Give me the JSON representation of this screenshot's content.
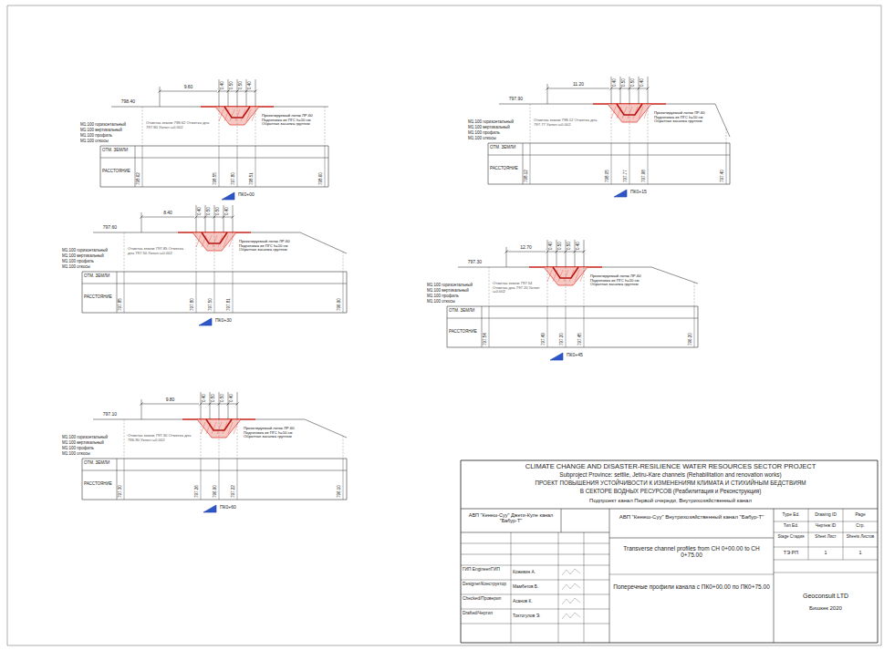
{
  "diagram": {
    "labels": [
      "9.60",
      "0.40",
      "0.50",
      "0.50",
      "0.40",
      "798.40",
      "М1:100 горизонтальный",
      "М1:100 вертикальный",
      "М1:100 профиль",
      "М1:100 откосы",
      "Отметка земли 798.62 Отметка дна 797.80 Уклон i=0.002",
      "Проектируемый лоток ЛР-60 Подготовка из ПГС h=10 см Обратная засыпка грунтом",
      "ОТМ. ЗЕМЛИ",
      "РАССТОЯНИЕ",
      "798.62",
      "798.55",
      "797.80",
      "798.51",
      "798.60",
      "ПК0+00",
      "11.20",
      "0.40",
      "0.50",
      "0.50",
      "0.40",
      "797.90",
      "М1:100 горизонтальный",
      "М1:100 вертикальный",
      "М1:100 профиль",
      "М1:100 откосы",
      "Отметка земли 798.12 Отметка дна 797.77 Уклон i=0.002",
      "Проектируемый лоток ЛР-60 Подготовка из ПГС h=10 см Обратная засыпка грунтом",
      "ОТМ. ЗЕМЛИ",
      "РАССТОЯНИЕ",
      "798.12",
      "798.05",
      "797.77",
      "797.98",
      "797.40",
      "ПК0+15",
      "8.40",
      "0.40",
      "0.50",
      "0.50",
      "0.40",
      "797.60",
      "М1:100 горизонтальный",
      "М1:100 вертикальный",
      "М1:100 профиль",
      "М1:100 откосы",
      "Отметка земли 797.85 Отметка дна 797.50 Уклон i=0.002",
      "Проектируемый лоток ЛР-60 Подготовка из ПГС h=10 см Обратная засыпка грунтом",
      "ОТМ. ЗЕМЛИ",
      "РАССТОЯНИЕ",
      "797.85",
      "797.80",
      "797.50",
      "797.81",
      "796.90",
      "ПК0+30",
      "12.70",
      "0.40",
      "0.50",
      "0.50",
      "0.40",
      "797.30",
      "М1:100 горизонтальный",
      "М1:100 вертикальный",
      "М1:100 профиль",
      "М1:100 откосы",
      "Отметка земли 797.54 Отметка дна 797.20 Уклон i=0.002",
      "Проектируемый лоток ЛР-60 Подготовка из ПГС h=10 см Обратная засыпка грунтом",
      "ОТМ. ЗЕМЛИ",
      "РАССТОЯНИЕ",
      "797.54",
      "797.49",
      "797.20",
      "797.45",
      "796.20",
      "ПК0+45",
      "9.80",
      "0.40",
      "0.50",
      "0.50",
      "0.40",
      "797.10",
      "М1:100 горизонтальный",
      "М1:100 вертикальный",
      "М1:100 профиль",
      "М1:100 откосы",
      "Отметка земли 797.30 Отметка дна 796.90 Уклон i=0.002",
      "Проектируемый лоток ЛР-60 Подготовка из ПГС h=10 см Обратная засыпка грунтом",
      "ОТМ. ЗЕМЛИ",
      "РАССТОЯНИЕ",
      "797.30",
      "797.26",
      "796.90",
      "797.22",
      "796.10",
      "ПК0+60",
      "CLIMATE CHANGE AND DISASTER-RESILIENCE WATER RESOURCES SECTOR PROJECT",
      "Subproject Province: settlie, Jetiru-Kare channels (Rehabilitation and renovation works)",
      "ПРОЕКТ ПОВЫШЕНИЯ УСТОЙЧИВОСТИ К ИЗМЕНЕНИЯМ КЛИМАТА И СТИХИЙНЫМ БЕДСТВИЯМ",
      "В СЕКТОРЕ ВОДНЫХ РЕСУРСОВ (Реабилитация и Реконструкция)",
      "Подпроект канал Первой очереди, Внутрихозяйственный канал",
      "АВП \"Кенеш-Суу\" Джети-Куле канал \"Бабур-Т\"",
      "АВП \"Кенеш-Суу\" Внутрихозяйственный канал \"Бабур-Т\"",
      "Type Ed.",
      "Drawing ID",
      "Page",
      "Тип Ed.",
      "Чертеж ID",
      "Стр.",
      "Stage Стадия",
      "Sheet Лист",
      "Sheets Листов",
      "ТЭ РП",
      "1",
      "1",
      "ГИП Engineer/ГИП",
      "Кожевин А.",
      "Designer/Конструктор",
      "Мамбетов Б.",
      "Checked/Проверил",
      "Асанов К.",
      "Drafted/Чертил",
      "Токтогулов Э.",
      "Transverse channel profiles from CH 0+00.00 to CH 0+75.00",
      "Поперечные профили канала с ПК0+00.00 по ПК0+75.00",
      "Geoconsult LTD",
      "Бишкек 2020"
    ]
  }
}
